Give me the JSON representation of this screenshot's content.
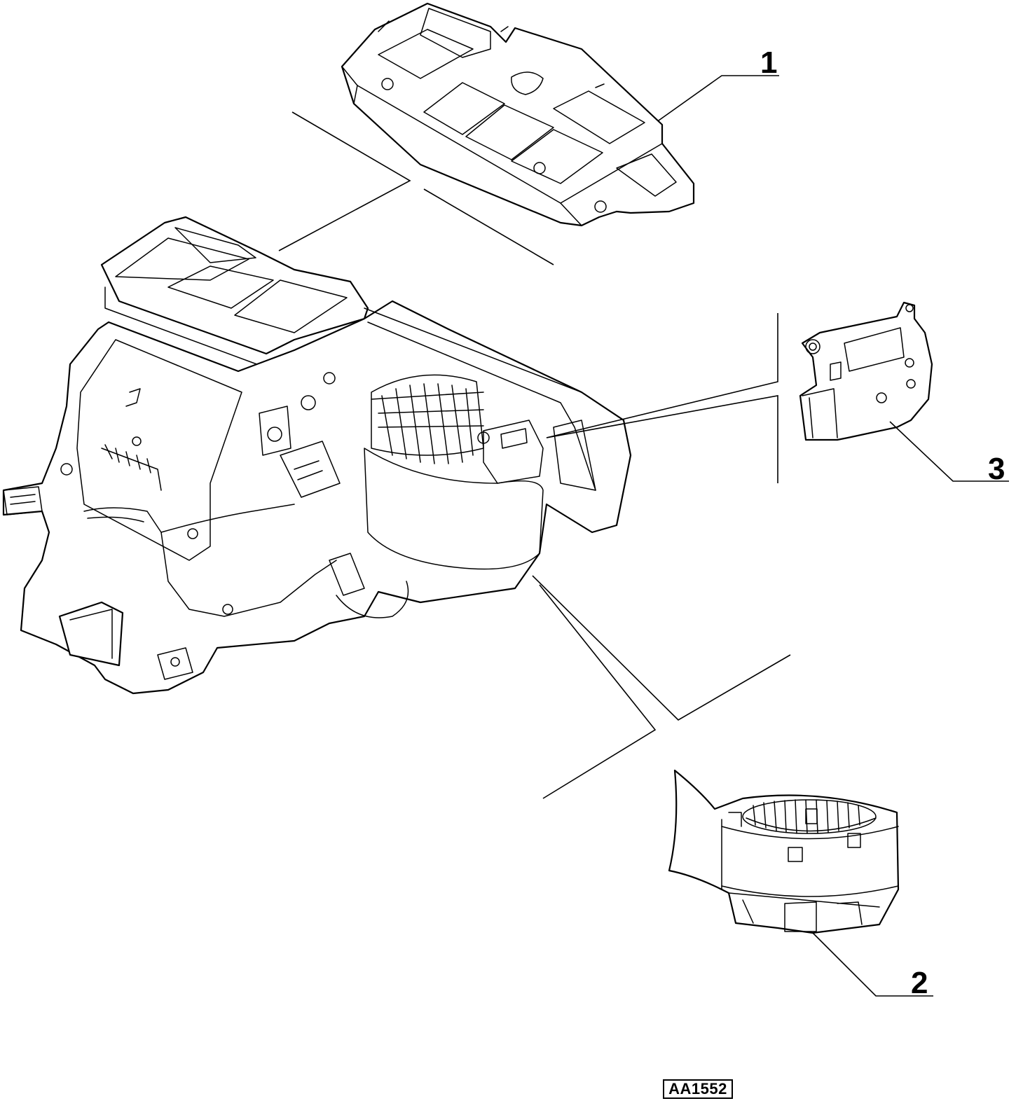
{
  "callouts": [
    {
      "id": "1",
      "label": "1"
    },
    {
      "id": "2",
      "label": "2"
    },
    {
      "id": "3",
      "label": "3"
    }
  ],
  "reference_code": "AA1552",
  "parts": {
    "part_1": "air-distribution-duct",
    "part_2": "blower-fan-motor",
    "part_3": "flap-actuator",
    "main": "heater-hvac-unit"
  }
}
